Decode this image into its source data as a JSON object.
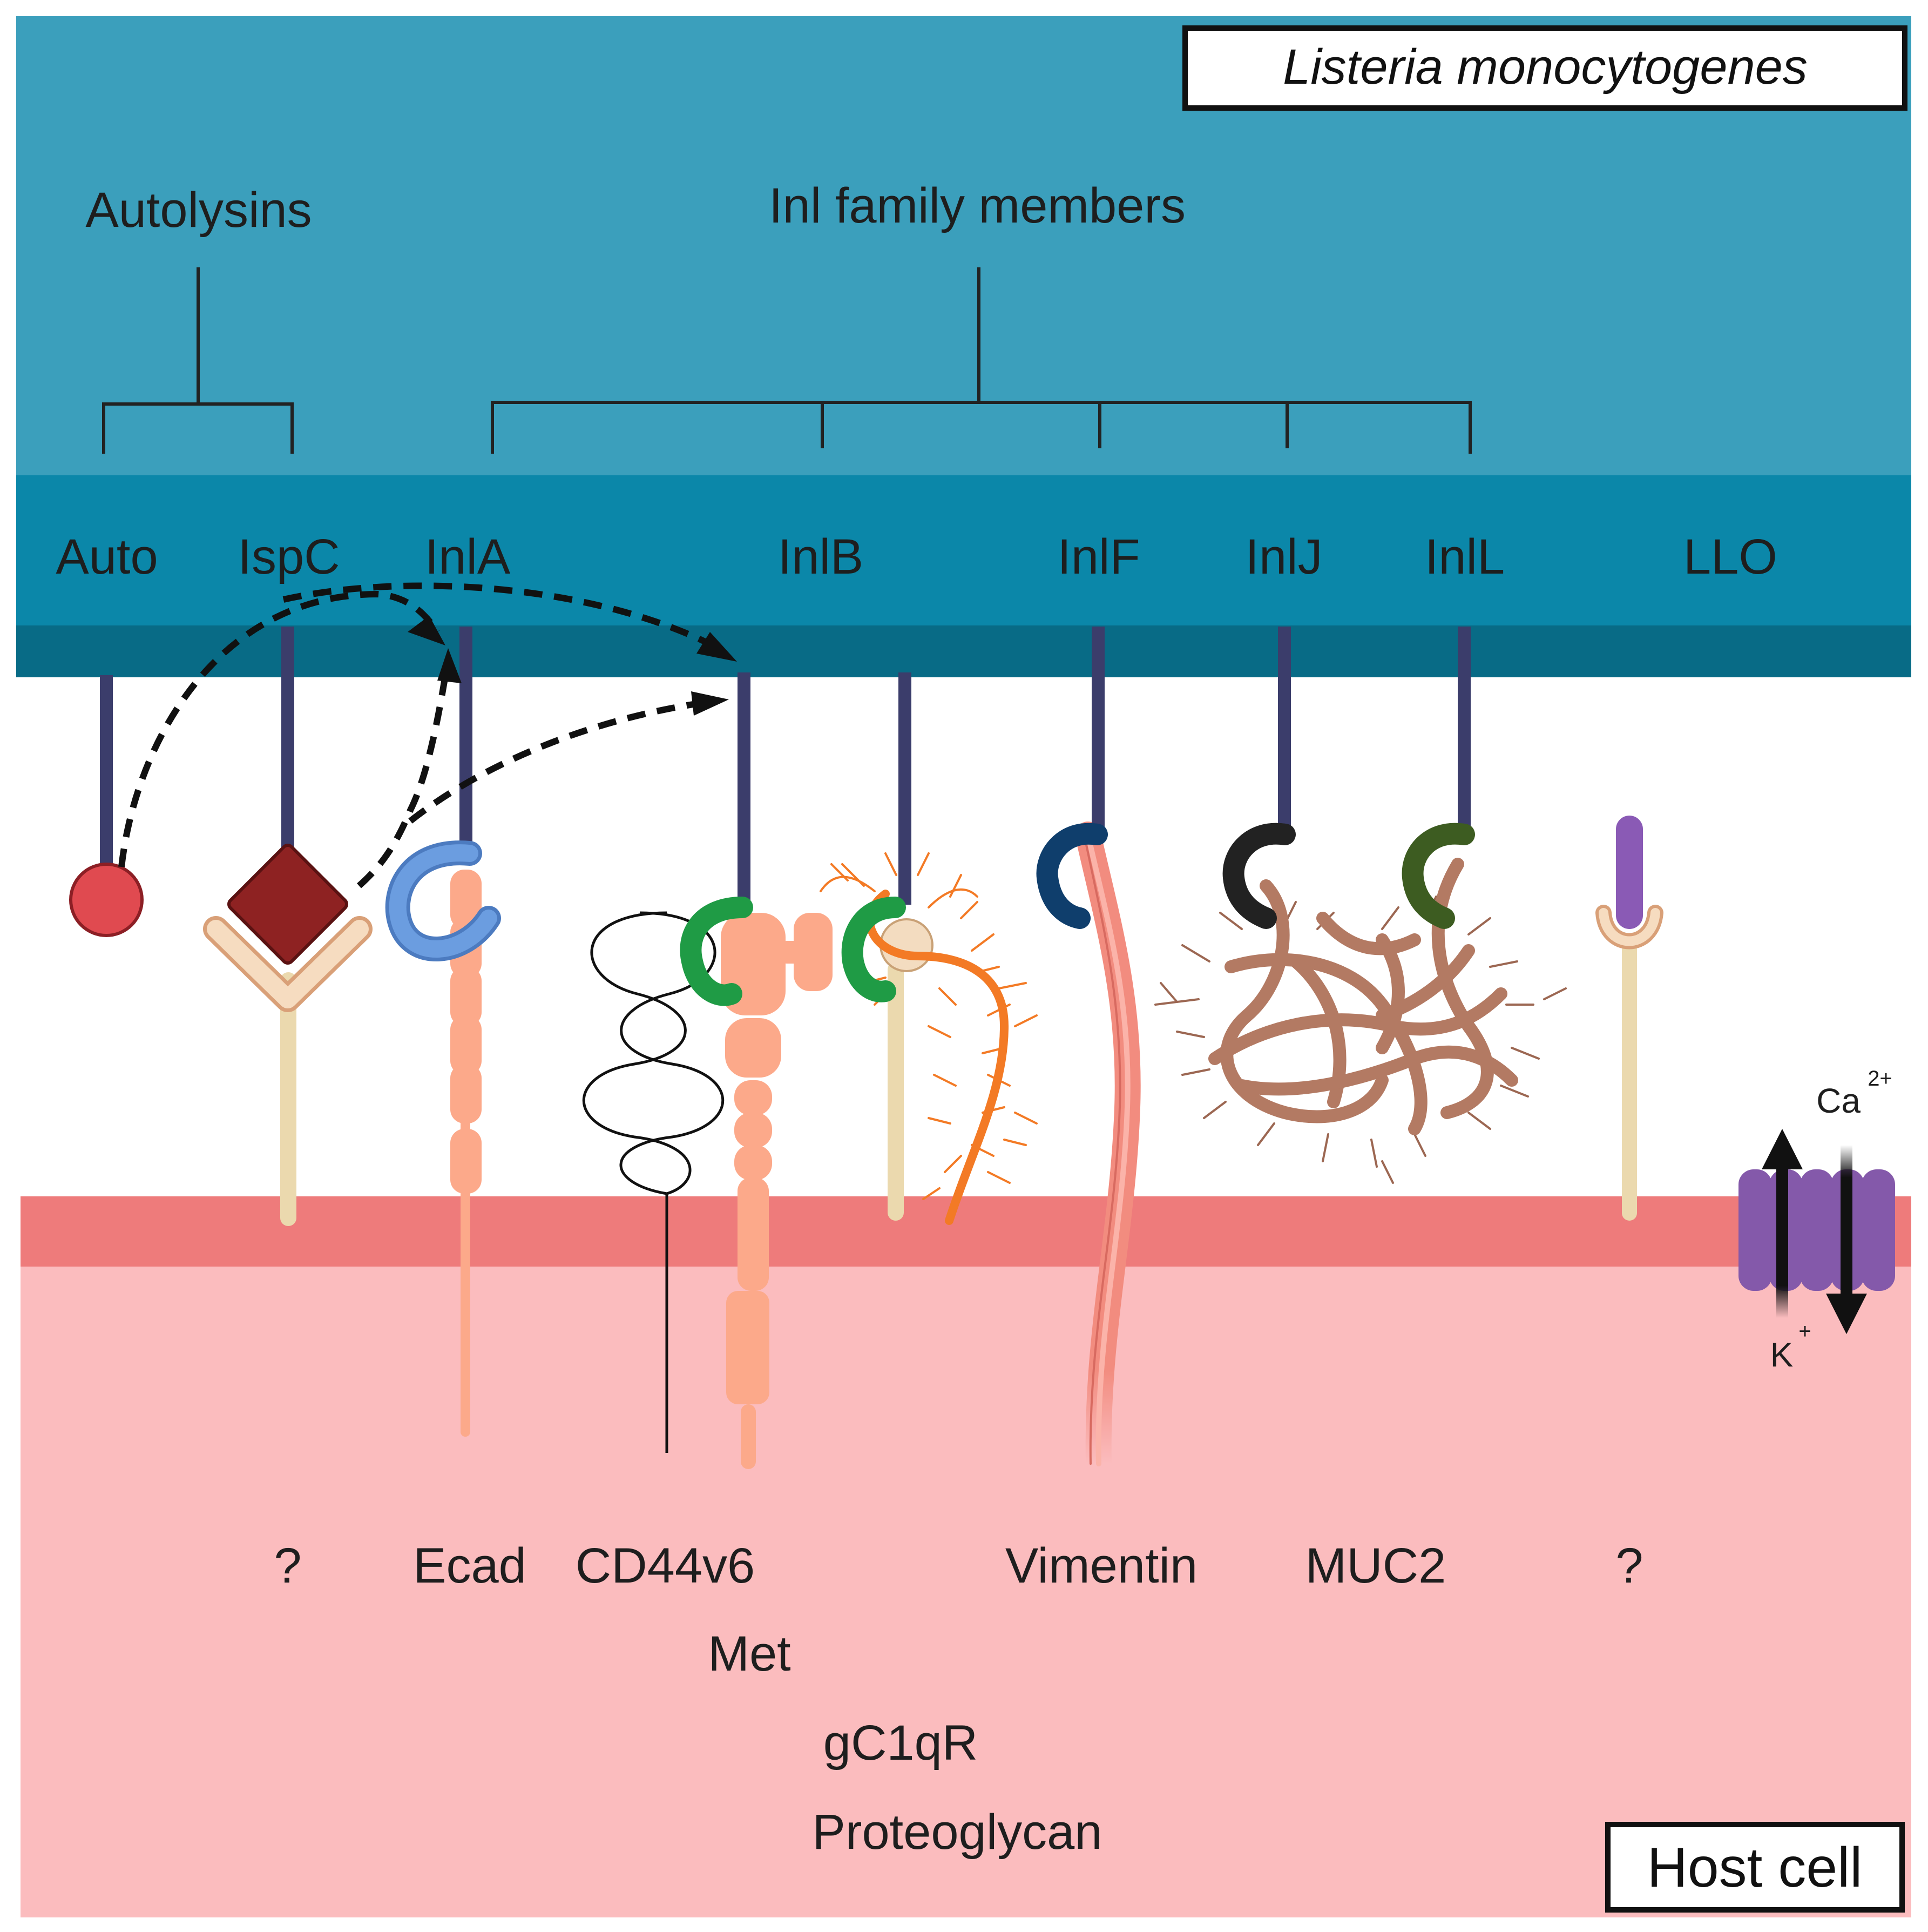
{
  "header": {
    "organism": "Listeria monocytogenes"
  },
  "groups": {
    "autolysins": "Autolysins",
    "inl_family": "Inl family members"
  },
  "proteins": {
    "auto": "Auto",
    "ispc": "IspC",
    "inla": "InlA",
    "inlb": "InlB",
    "inlf": "InlF",
    "inlj": "InlJ",
    "inll": "InlL",
    "llo": "LLO"
  },
  "receptors": {
    "ispc_target": "?",
    "ecad": "Ecad",
    "cd44v6": "CD44v6",
    "met": "Met",
    "gc1qr": "gC1qR",
    "proteoglycan": "Proteoglycan",
    "vimentin": "Vimentin",
    "muc2": "MUC2",
    "llo_target": "?"
  },
  "ions": {
    "calcium": "Ca",
    "calcium_charge": "2+",
    "potassium": "K",
    "potassium_charge": "+"
  },
  "footer": {
    "host": "Host cell"
  },
  "colors": {
    "bacterium_top": "#3b9fbc",
    "bacterium_band": "#0b87a9",
    "bacterium_wall": "#086b86",
    "host_membrane": "#ee7b7b",
    "host_cytoplasm": "#fbbcbe",
    "stalk": "#3b3d6b",
    "receptor_peach": "#fca98a",
    "receptor_beige": "#ebd9ae",
    "auto_red": "#e04a50",
    "ispc_maroon": "#8e2222",
    "inla_blue": "#5b8ed1",
    "inlb_green": "#1f9b45",
    "inlf_navy": "#0f3e6c",
    "inlj_black": "#222222",
    "inll_olive": "#3d5c21",
    "mucin_brown": "#b37a63",
    "proteoglycan_orange": "#f37a25",
    "vimentin_salmon": "#f28c7f",
    "llo_purple": "#8a5ab5",
    "channel_purple": "#8459aa"
  }
}
